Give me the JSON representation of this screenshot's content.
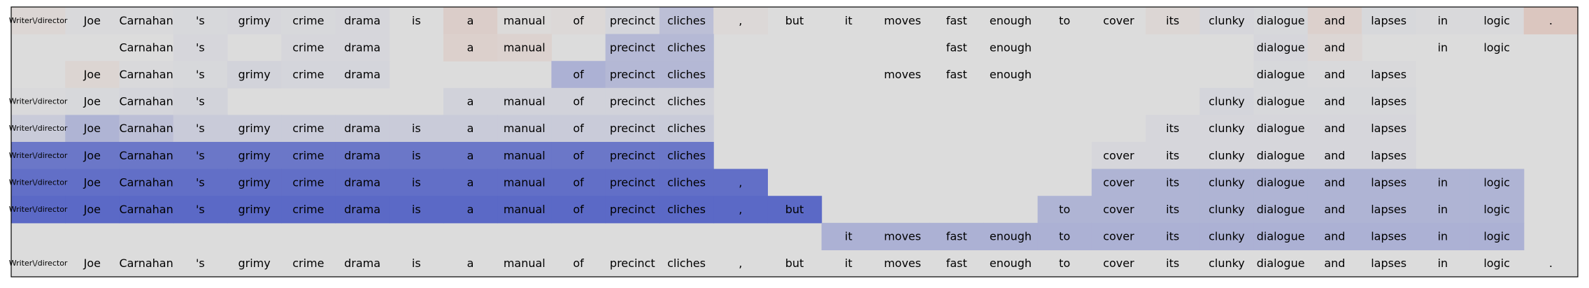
{
  "chart_data": {
    "type": "heatmap",
    "tokens": [
      "Writer\\/director",
      "Joe",
      "Carnahan",
      "'s",
      "grimy",
      "crime",
      "drama",
      "is",
      "a",
      "manual",
      "of",
      "precinct",
      "cliches",
      ",",
      "but",
      "it",
      "moves",
      "fast",
      "enough",
      "to",
      "cover",
      "its",
      "clunky",
      "dialogue",
      "and",
      "lapses",
      "in",
      "logic",
      "."
    ],
    "value_range": [
      -1,
      1
    ],
    "colormap": "coolwarm",
    "rows": [
      {
        "visible": [
          1,
          1,
          1,
          1,
          1,
          1,
          1,
          1,
          1,
          1,
          1,
          1,
          1,
          1,
          1,
          1,
          1,
          1,
          1,
          1,
          1,
          1,
          1,
          1,
          1,
          1,
          1,
          1,
          1
        ],
        "values": [
          0.05,
          -0.02,
          -0.02,
          -0.03,
          -0.04,
          -0.03,
          -0.04,
          0,
          0.12,
          0.02,
          0.03,
          -0.05,
          -0.2,
          0.03,
          0,
          0,
          0,
          0,
          0,
          0,
          0,
          0.05,
          -0.04,
          -0.03,
          0.1,
          -0.03,
          -0.02,
          -0.02,
          0.18
        ]
      },
      {
        "visible": [
          0,
          0,
          1,
          1,
          0,
          1,
          1,
          0,
          1,
          1,
          0,
          1,
          1,
          0,
          0,
          0,
          0,
          1,
          1,
          0,
          0,
          0,
          0,
          1,
          1,
          0,
          1,
          1,
          0
        ],
        "values": [
          0,
          0,
          0,
          -0.04,
          0,
          -0.04,
          -0.04,
          0,
          0.1,
          0.08,
          0,
          -0.24,
          -0.24,
          0,
          0,
          0,
          0,
          0,
          0,
          0,
          0,
          0,
          0,
          -0.04,
          0.05,
          0,
          0,
          0,
          0
        ]
      },
      {
        "visible": [
          0,
          1,
          1,
          1,
          1,
          1,
          1,
          0,
          0,
          0,
          1,
          1,
          1,
          0,
          0,
          0,
          1,
          1,
          1,
          0,
          0,
          0,
          0,
          1,
          1,
          1,
          0,
          0,
          0
        ],
        "values": [
          0,
          0.06,
          -0.02,
          -0.03,
          -0.06,
          -0.05,
          -0.05,
          0,
          0,
          0,
          -0.3,
          -0.25,
          -0.25,
          0,
          0,
          0,
          0,
          0,
          0,
          0,
          0,
          0,
          0,
          -0.03,
          -0.02,
          -0.02,
          0,
          0,
          0
        ]
      },
      {
        "visible": [
          1,
          1,
          1,
          1,
          0,
          0,
          0,
          0,
          1,
          1,
          1,
          1,
          1,
          0,
          0,
          0,
          0,
          0,
          0,
          0,
          0,
          0,
          1,
          1,
          1,
          1,
          0,
          0,
          0
        ],
        "values": [
          -0.02,
          -0.03,
          -0.05,
          -0.06,
          0,
          0,
          0,
          0,
          -0.07,
          -0.07,
          -0.07,
          -0.07,
          -0.07,
          0,
          0,
          0,
          0,
          0,
          0,
          0,
          0,
          0,
          -0.05,
          -0.03,
          -0.03,
          -0.03,
          0,
          0,
          0
        ]
      },
      {
        "visible": [
          1,
          1,
          1,
          1,
          1,
          1,
          1,
          1,
          1,
          1,
          1,
          1,
          1,
          0,
          0,
          0,
          0,
          0,
          0,
          0,
          0,
          1,
          1,
          1,
          1,
          1,
          0,
          0,
          0
        ],
        "values": [
          -0.12,
          -0.28,
          -0.2,
          -0.12,
          -0.12,
          -0.12,
          -0.12,
          -0.12,
          -0.12,
          -0.12,
          -0.12,
          -0.12,
          -0.12,
          0,
          0,
          0,
          0,
          0,
          0,
          0,
          0,
          -0.04,
          -0.04,
          -0.04,
          -0.04,
          -0.04,
          0,
          0,
          0
        ]
      },
      {
        "visible": [
          1,
          1,
          1,
          1,
          1,
          1,
          1,
          1,
          1,
          1,
          1,
          1,
          1,
          0,
          0,
          0,
          0,
          0,
          0,
          0,
          1,
          1,
          1,
          1,
          1,
          1,
          0,
          0,
          0
        ],
        "values": [
          -0.7,
          -0.7,
          -0.7,
          -0.7,
          -0.7,
          -0.7,
          -0.7,
          -0.7,
          -0.7,
          -0.7,
          -0.7,
          -0.7,
          -0.7,
          0,
          0,
          0,
          0,
          0,
          0,
          0,
          -0.04,
          -0.04,
          -0.04,
          -0.04,
          -0.04,
          -0.04,
          0,
          0,
          0
        ]
      },
      {
        "visible": [
          1,
          1,
          1,
          1,
          1,
          1,
          1,
          1,
          1,
          1,
          1,
          1,
          1,
          1,
          0,
          0,
          0,
          0,
          0,
          0,
          1,
          1,
          1,
          1,
          1,
          1,
          1,
          1,
          0
        ],
        "values": [
          -0.76,
          -0.76,
          -0.76,
          -0.76,
          -0.76,
          -0.76,
          -0.76,
          -0.76,
          -0.76,
          -0.76,
          -0.76,
          -0.76,
          -0.76,
          -0.76,
          0,
          0,
          0,
          0,
          0,
          0,
          -0.28,
          -0.28,
          -0.28,
          -0.28,
          -0.28,
          -0.28,
          -0.28,
          -0.28,
          0
        ]
      },
      {
        "visible": [
          1,
          1,
          1,
          1,
          1,
          1,
          1,
          1,
          1,
          1,
          1,
          1,
          1,
          1,
          1,
          0,
          0,
          0,
          0,
          1,
          1,
          1,
          1,
          1,
          1,
          1,
          1,
          1,
          0
        ],
        "values": [
          -0.8,
          -0.8,
          -0.8,
          -0.8,
          -0.8,
          -0.8,
          -0.8,
          -0.8,
          -0.8,
          -0.8,
          -0.8,
          -0.8,
          -0.8,
          -0.8,
          -0.8,
          0,
          0,
          0,
          0,
          -0.28,
          -0.28,
          -0.28,
          -0.28,
          -0.28,
          -0.28,
          -0.28,
          -0.28,
          -0.28,
          0
        ]
      },
      {
        "visible": [
          0,
          0,
          0,
          0,
          0,
          0,
          0,
          0,
          0,
          0,
          0,
          0,
          0,
          0,
          0,
          1,
          1,
          1,
          1,
          1,
          1,
          1,
          1,
          1,
          1,
          1,
          1,
          1,
          0
        ],
        "values": [
          0,
          0,
          0,
          0,
          0,
          0,
          0,
          0,
          0,
          0,
          0,
          0,
          0,
          0,
          0,
          -0.3,
          -0.3,
          -0.3,
          -0.3,
          -0.3,
          -0.3,
          -0.3,
          -0.3,
          -0.3,
          -0.3,
          -0.3,
          -0.3,
          -0.3,
          0
        ]
      },
      {
        "visible": [
          1,
          1,
          1,
          1,
          1,
          1,
          1,
          1,
          1,
          1,
          1,
          1,
          1,
          1,
          1,
          1,
          1,
          1,
          1,
          1,
          1,
          1,
          1,
          1,
          1,
          1,
          1,
          1,
          1
        ],
        "values": [
          0,
          0,
          0,
          0,
          0,
          0,
          0,
          0,
          0,
          0,
          0,
          0,
          0,
          0,
          0,
          0,
          0,
          0,
          0,
          0,
          0,
          0,
          0,
          0,
          0,
          0,
          0,
          0,
          0
        ]
      }
    ]
  }
}
